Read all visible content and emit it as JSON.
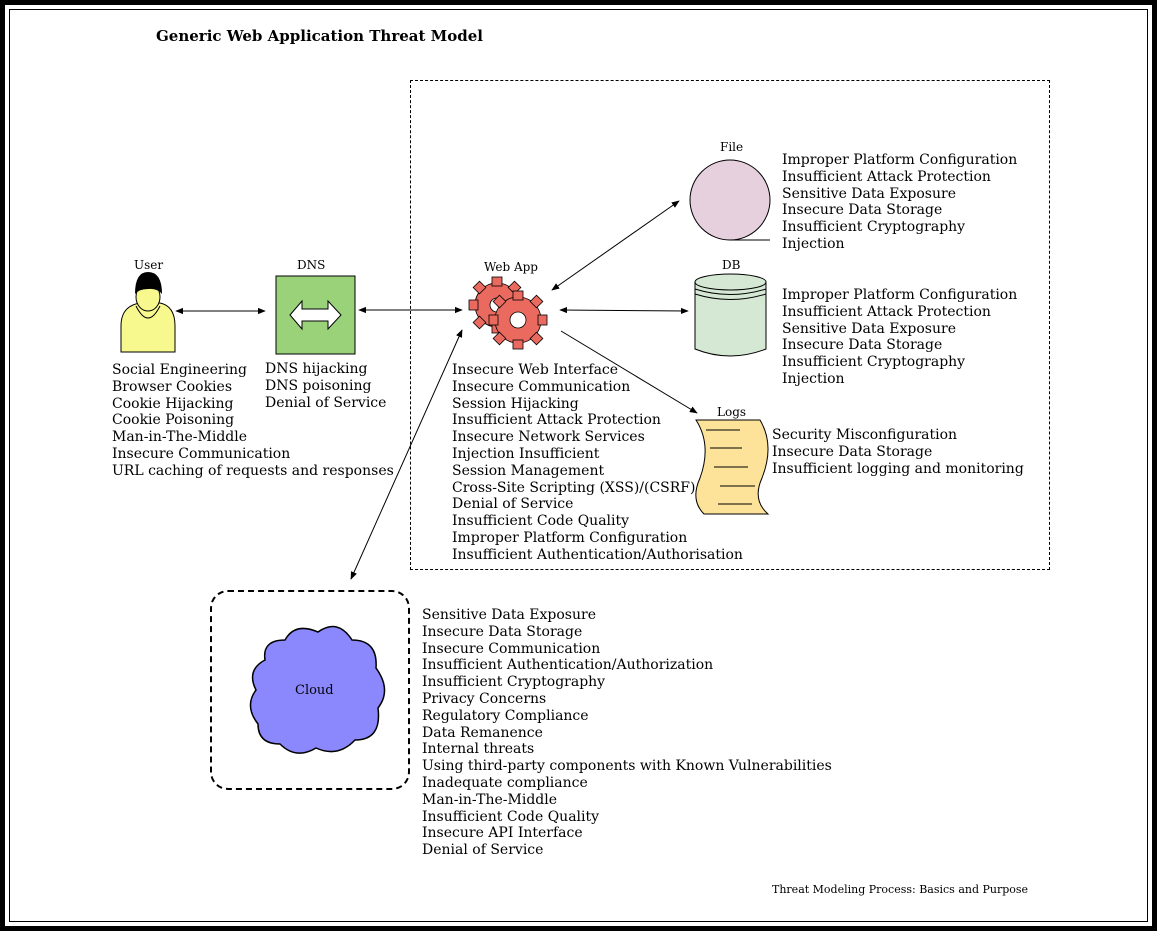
{
  "title": "Generic Web Application Threat Model",
  "footer": "Threat Modeling Process: Basics and Purpose",
  "nodes": {
    "user": {
      "label": "User",
      "threats": [
        "Social Engineering",
        "Browser Cookies",
        "Cookie Hijacking",
        "Cookie Poisoning",
        "Man-in-The-Middle",
        "Insecure Communication",
        "URL caching of requests and responses"
      ]
    },
    "dns": {
      "label": "DNS",
      "threats": [
        "DNS hijacking",
        "DNS poisoning",
        "Denial of Service"
      ]
    },
    "webapp": {
      "label": "Web App",
      "threats": [
        "Insecure Web Interface",
        "Insecure Communication",
        "Session Hijacking",
        "Insufficient Attack Protection",
        "Insecure Network Services",
        "Injection Insufficient",
        "Session Management",
        "Cross-Site Scripting (XSS)/(CSRF)",
        "Denial of Service",
        "Insufficient Code Quality",
        "Improper Platform Configuration",
        "Insufficient Authentication/Authorisation"
      ]
    },
    "file": {
      "label": "File",
      "threats": [
        "Improper Platform Configuration",
        "Insufficient Attack Protection",
        "Sensitive Data Exposure",
        "Insecure Data Storage",
        "Insufficient Cryptography",
        "Injection"
      ]
    },
    "db": {
      "label": "DB",
      "threats": [
        "Improper Platform Configuration",
        "Insufficient Attack Protection",
        "Sensitive Data Exposure",
        "Insecure Data Storage",
        "Insufficient Cryptography",
        "Injection"
      ]
    },
    "logs": {
      "label": "Logs",
      "threats": [
        "Security Misconfiguration",
        "Insecure Data Storage",
        "Insufficient logging and monitoring"
      ]
    },
    "cloud": {
      "label": "Cloud",
      "threats": [
        "Sensitive Data Exposure",
        "Insecure Data Storage",
        "Insecure Communication",
        "Insufficient Authentication/Authorization",
        "Insufficient Cryptography",
        "Privacy Concerns",
        "Regulatory Compliance",
        "Data Remanence",
        "Internal threats",
        "Using third-party components with Known Vulnerabilities",
        "Inadequate compliance",
        "Man-in-The-Middle",
        "Insufficient Code Quality",
        "Insecure API Interface",
        "Denial of Service"
      ]
    }
  },
  "colors": {
    "user_fill": "#f7f98e",
    "dns_fill": "#9ad27a",
    "gear_fill": "#ea6a5f",
    "file_fill": "#e6d0dd",
    "db_fill": "#d5e8d4",
    "logs_fill": "#fde39a",
    "cloud_fill": "#8b88fd"
  },
  "icons": {
    "user": "person-icon",
    "dns": "double-arrow-icon",
    "webapp": "gears-icon",
    "file": "circle-icon",
    "db": "cylinder-icon",
    "logs": "scroll-icon",
    "cloud": "cloud-icon"
  }
}
